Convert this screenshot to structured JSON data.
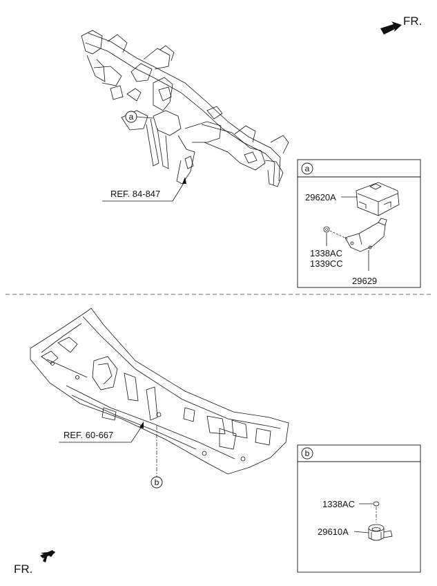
{
  "direction_labels": {
    "top": "FR.",
    "bottom": "FR."
  },
  "upper_section": {
    "callout_letter": "a",
    "reference": "REF. 84-847",
    "detail_box": {
      "title_letter": "a",
      "parts": [
        {
          "code": "29620A"
        },
        {
          "code": "1338AC"
        },
        {
          "code": "1339CC"
        },
        {
          "code": "29629"
        }
      ]
    }
  },
  "lower_section": {
    "callout_letter": "b",
    "reference": "REF. 60-667",
    "detail_box": {
      "title_letter": "b",
      "parts": [
        {
          "code": "1338AC"
        },
        {
          "code": "29610A"
        }
      ]
    }
  },
  "icons": [
    "front-direction-arrow-icon",
    "circled-letter-icon"
  ],
  "colors": {
    "line": "#111111",
    "background": "#ffffff"
  }
}
